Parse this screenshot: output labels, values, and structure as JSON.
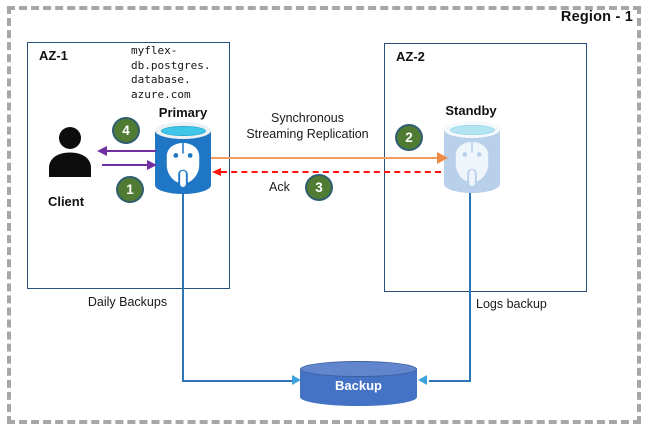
{
  "region": {
    "label": "Region - 1"
  },
  "zone1": {
    "label": "AZ-1"
  },
  "zone2": {
    "label": "AZ-2"
  },
  "client": {
    "label": "Client"
  },
  "primary": {
    "label": "Primary",
    "hostname": "myflex-\ndb.postgres.\ndatabase.\nazure.com"
  },
  "standby": {
    "label": "Standby"
  },
  "backup": {
    "label": "Backup"
  },
  "flows": {
    "replication": "Synchronous\nStreaming Replication",
    "ack": "Ack",
    "daily": "Daily Backups",
    "logs": "Logs backup"
  },
  "steps": {
    "s1": "1",
    "s2": "2",
    "s3": "3",
    "s4": "4"
  },
  "colors": {
    "step_fill": "#4f7b33",
    "step_border": "#2e5e70",
    "request_purple": "#7030a0",
    "replication_orange": "#f09b5f",
    "ack_red": "#ff1412",
    "connector_blue": "#2e75b6",
    "az_border": "#27517a",
    "region_dash": "#a7a7a7",
    "primary_db_blue": "#1e76c4",
    "standby_db_blue": "#b9d0ea",
    "backup_blue": "#4472c4"
  }
}
